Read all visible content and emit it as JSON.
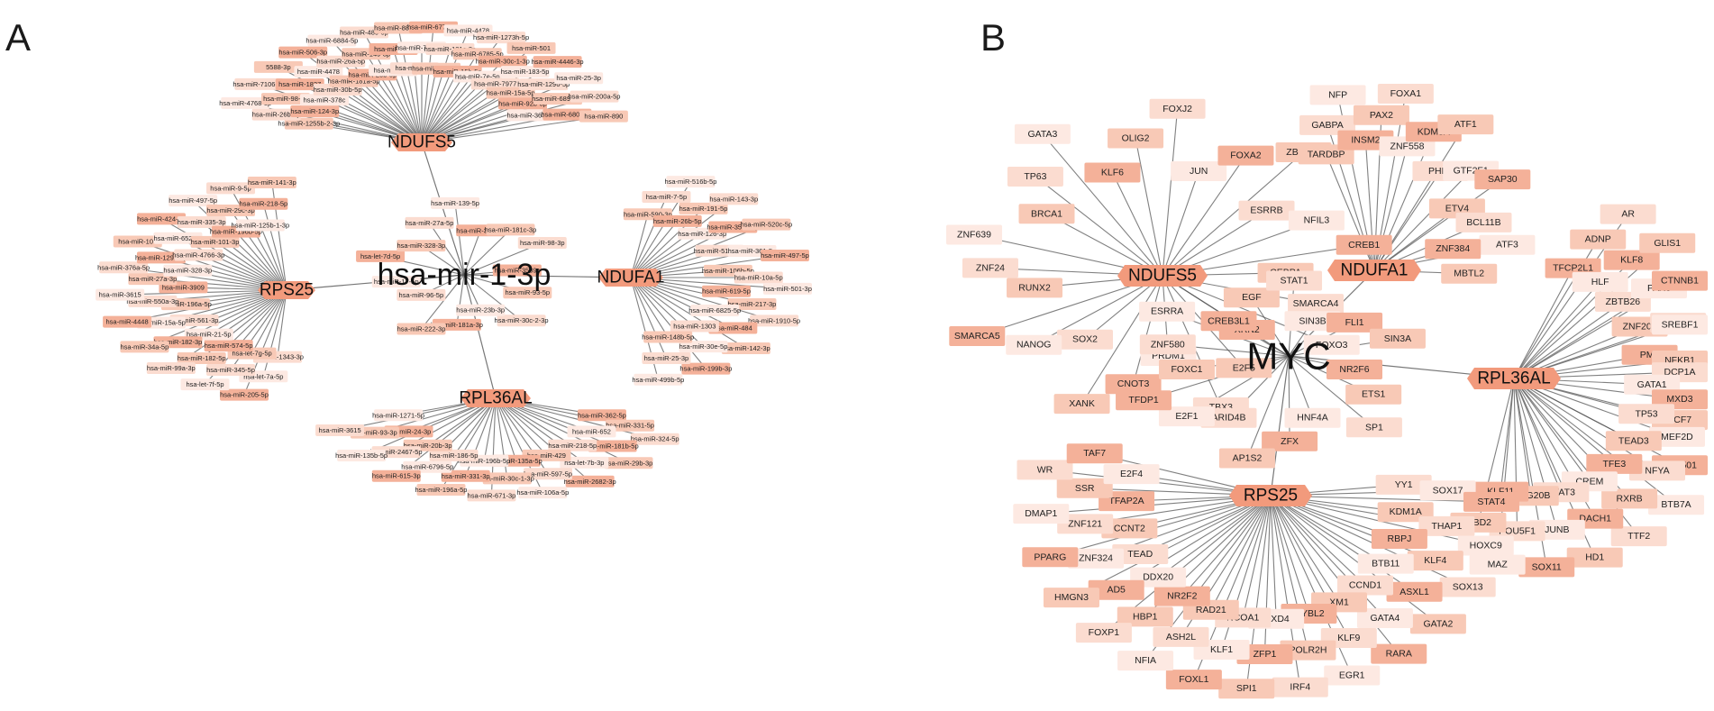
{
  "panels": [
    {
      "letter": "A",
      "hub_color": "#f29a7c",
      "node_colors": [
        "#fde9e2",
        "#fbdcd0",
        "#f8c9b6",
        "#f4b199"
      ],
      "edge_color": "#555555",
      "hubs": [
        {
          "id": "mir",
          "label": "hsa-mir-1-3p"
        },
        {
          "id": "ndufs5",
          "label": "NDUFS5"
        },
        {
          "id": "rps25",
          "label": "RPS25"
        },
        {
          "id": "ndufa1",
          "label": "NDUFA1"
        },
        {
          "id": "rpl36al",
          "label": "RPL36AL"
        }
      ],
      "nodes": {
        "ndufs5": [
          "hsa-miR-1255b-2-3p",
          "hsa-miR-26b-5p",
          "hsa-miR-4768-3p",
          "hsa-miR-124-3p",
          "hsa-miR-98-5p",
          "hsa-miR-7106-5p",
          "hsa-miR-378c",
          "hsa-miR-1827",
          "5588-3p",
          "hsa-miR-30b-5p",
          "hsa-miR-4478",
          "hsa-miR-506-3p",
          "hsa-miR-181a-5p",
          "hsa-miR-26a-5p",
          "hsa-miR-6884-5p",
          "hsa-miR-23b-5p",
          "hsa-miR-149-3p",
          "hsa-miR-485-5p",
          "hsa-miR-507",
          "hsa-miR-665",
          "hsa-miR-887-5p",
          "hsa-miR-940",
          "hsa-miR-7160-5p",
          "hsa-miR-6779-5p",
          "hsa-miR-561-5p",
          "hsa-miR-181c-3p",
          "hsa-miR-4478",
          "hsa-miR-15b-5p",
          "hsa-miR-6785-5p",
          "hsa-miR-1273h-5p",
          "hsa-miR-7e-5p",
          "hsa-miR-30c-1-3p",
          "hsa-miR-501",
          "hsa-miR-7977",
          "hsa-miR-183-5p",
          "hsa-miR-4446-3p",
          "hsa-miR-15a-5p",
          "hsa-miR-1296-5p",
          "hsa-miR-25-3p",
          "hsa-miR-92b-3p",
          "hsa-miR-6893-5p",
          "hsa-miR-200a-5p",
          "hsa-miR-363-3p",
          "hsa-miR-6808-5p",
          "hsa-miR-890"
        ],
        "rps25": [
          "hsa-miR-1343-3p",
          "hsa-let-7a-5p",
          "hsa-miR-205-5p",
          "hsa-let-7g-5p",
          "hsa-miR-345-5p",
          "hsa-let-7f-5p",
          "hsa-miR-574-5p",
          "hsa-miR-182-5p",
          "hsa-miR-99a-3p",
          "hsa-miR-21-5p",
          "hsa-miR-182-3p",
          "hsa-miR-34a-5p",
          "hsa-miR-561-3p",
          "hsa-miR-15a-5p",
          "hsa-miR-4448",
          "hsa-miR-196a-5p",
          "hsa-miR-550a-3p",
          "hsa-miR-3615",
          "hsa-miR-3909",
          "hsa-miR-27a-3p",
          "hsa-miR-376a-5p",
          "hsa-miR-328-3p",
          "hsa-miR-1292-5p",
          "hsa-miR-107",
          "hsa-miR-4766-3p",
          "hsa-miR-652-3p",
          "hsa-miR-424-5p",
          "hsa-miR-101-3p",
          "hsa-miR-335-3p",
          "hsa-miR-497-5p",
          "hsa-miR-196b-5p",
          "hsa-miR-29c-3p",
          "hsa-miR-9-5p",
          "hsa-miR-125b-1-3p",
          "hsa-miR-218-5p",
          "hsa-miR-141-3p"
        ],
        "ndufa1": [
          "hsa-miR-590-3p",
          "hsa-miR-7-5p",
          "hsa-miR-516b-5p",
          "hsa-miR-26b-5p",
          "hsa-miR-191-5p",
          "hsa-miR-143-3p",
          "hsa-miR-126-3p",
          "hsa-miR-3529-3p",
          "hsa-miR-520c-5p",
          "hsa-miR-517a-3p",
          "hsa-miR-361-5p",
          "hsa-miR-497-5p",
          "hsa-miR-106b-5p",
          "hsa-miR-10a-5p",
          "hsa-miR-501-3p",
          "hsa-miR-619-5p",
          "hsa-miR-217-3p",
          "hsa-miR-1910-5p",
          "hsa-miR-6825-5p",
          "hsa-miR-484",
          "hsa-miR-142-3p",
          "hsa-miR-1303",
          "hsa-miR-30e-5p",
          "hsa-miR-199b-3p",
          "hsa-miR-148b-5p",
          "hsa-miR-25-3p",
          "hsa-miR-499b-5p"
        ],
        "rpl36al": [
          "hsa-miR-362-5p",
          "hsa-miR-331-5p",
          "hsa-miR-324-5p",
          "hsa-miR-652",
          "hsa-miR-181b-5p",
          "hsa-miR-29b-3p",
          "hsa-miR-218-5p",
          "hsa-let-7b-3p",
          "hsa-miR-2682-3p",
          "hsa-miR-429",
          "hsa-miR-597-5p",
          "hsa-miR-106a-5p",
          "hsa-miR-135a-5p",
          "hsa-miR-30c-1-3p",
          "hsa-miR-671-3p",
          "hsa-miR-196b-5p",
          "hsa-miR-331-3p",
          "hsa-miR-196a-5p",
          "hsa-miR-186-5p",
          "hsa-miR-6796-5p",
          "hsa-miR-615-3p",
          "hsa-miR-20b-3p",
          "hsa-miR-2467-5p",
          "hsa-miR-135b-5p",
          "hsa-miR-24-3p",
          "hsa-miR-93-3p",
          "hsa-miR-3615",
          "hsa-miR-1271-5p"
        ],
        "mir": [
          "hsa-miR-3589c",
          "hsa-miR-93-5p",
          "hsa-miR-30c-2-3p",
          "hsa-miR-23b-3p",
          "hsa-miR-181a-3p",
          "hsa-miR-222-3p",
          "hsa-miR-96-5p",
          "hsa-miR-17-5p",
          "hsa-let-7d-5p",
          "hsa-miR-328-3p",
          "hsa-miR-27a-5p",
          "hsa-miR-139-5p",
          "hsa-miR-338-3p",
          "hsa-miR-181c-3p",
          "hsa-miR-98-3p"
        ]
      }
    },
    {
      "letter": "B",
      "hub_color": "#f29a7c",
      "node_colors": [
        "#fde9e2",
        "#fbdcd0",
        "#f8c9b6",
        "#f4b199"
      ],
      "edge_color": "#555555",
      "hubs": [
        {
          "id": "myc",
          "label": "MYC"
        },
        {
          "id": "ndufs5",
          "label": "NDUFS5"
        },
        {
          "id": "ndufa1",
          "label": "NDUFA1"
        },
        {
          "id": "rpl36al",
          "label": "RPL36AL"
        },
        {
          "id": "rps25",
          "label": "RPS25"
        }
      ],
      "nodes": {
        "ndufs5": [
          "BRCA1",
          "TP63",
          "GATA3",
          "KLF6",
          "OLIG2",
          "FOXJ2",
          "JUN",
          "FOXA2",
          "ZBTB33",
          "ESRRB",
          "NFIL3",
          "CREB1",
          "CEBPA",
          "SMARCA4",
          "FOXO3",
          "XRN2",
          "E2F5",
          "TBX3",
          "PRDM1",
          "CNOT3",
          "XANK",
          "SOX2",
          "NANOG",
          "SMARCA5",
          "RUNX2",
          "ZNF24",
          "ZNF639"
        ],
        "ndufa1": [
          "TARDBP",
          "GABPA",
          "NFP",
          "INSM2",
          "PAX2",
          "FOXA1",
          "ZNF558",
          "KDM5A",
          "ATF1",
          "PHF8",
          "GTF2F1",
          "SAP30",
          "ETV4",
          "BCL11B",
          "ATF3",
          "ZNF384",
          "MBTL2"
        ],
        "rpl36al": [
          "TFCP2L1",
          "ADNP",
          "AR",
          "HLF",
          "KLF8",
          "GLIS1",
          "ZBTB26",
          "PAX6",
          "CTNNB1",
          "ZNF207",
          "WT1",
          "SREBF1",
          "PML",
          "NFKB1",
          "DCP1A",
          "GATA1",
          "MXD3",
          "TCF7",
          "TP53",
          "MEF2D",
          "ZNF501",
          "TEAD3",
          "NFYA",
          "BTB7A",
          "TFE3",
          "RXRB",
          "TTF2",
          "CREM",
          "DACH1",
          "HD1",
          "STAT3",
          "JUNB",
          "SOX11",
          "HMG20B",
          "POU5F1",
          "MAZ",
          "KLF11",
          "MBD2"
        ],
        "rps25": [
          "YY1",
          "SOX17",
          "STAT4",
          "KDM1A",
          "THAP1",
          "HOXC9",
          "RBPJ",
          "KLF4",
          "SOX13",
          "BTB11",
          "ASXL1",
          "GATA2",
          "CCND1",
          "GATA4",
          "RARA",
          "XM1",
          "KLF9",
          "EGR1",
          "MYBL2",
          "POLR2H",
          "IRF4",
          "MXD4",
          "ZFP1",
          "SPI1",
          "NCOA1",
          "KLF1",
          "FOXL1",
          "RAD21",
          "ASH2L",
          "NFIA",
          "NR2F2",
          "HBP1",
          "FOXP1",
          "DDX20",
          "AD5",
          "HMGN3",
          "TEAD",
          "ZNF324",
          "PPARG",
          "CCNT2",
          "ZNF121",
          "DMAP1",
          "TFAP2A",
          "SSR",
          "WR",
          "E2F4",
          "TAF7"
        ],
        "myc": [
          "NR2F6",
          "ETS1",
          "SP1",
          "HNF4A",
          "ZFX",
          "AP1S2",
          "ARID4B",
          "E2F1",
          "TFDP1",
          "FOXC1",
          "ZNF580",
          "ESRRA",
          "CREB3L1",
          "EGF",
          "STAT1",
          "SIN3B",
          "FLI1",
          "SIN3A"
        ]
      }
    }
  ]
}
